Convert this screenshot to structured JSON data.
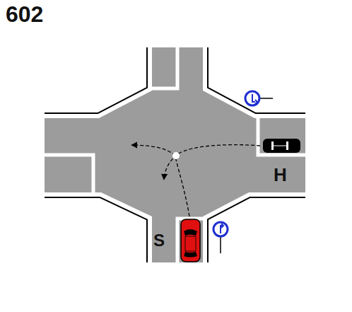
{
  "diagram": {
    "labels": [
      "602",
      "H",
      "S"
    ]
  }
}
